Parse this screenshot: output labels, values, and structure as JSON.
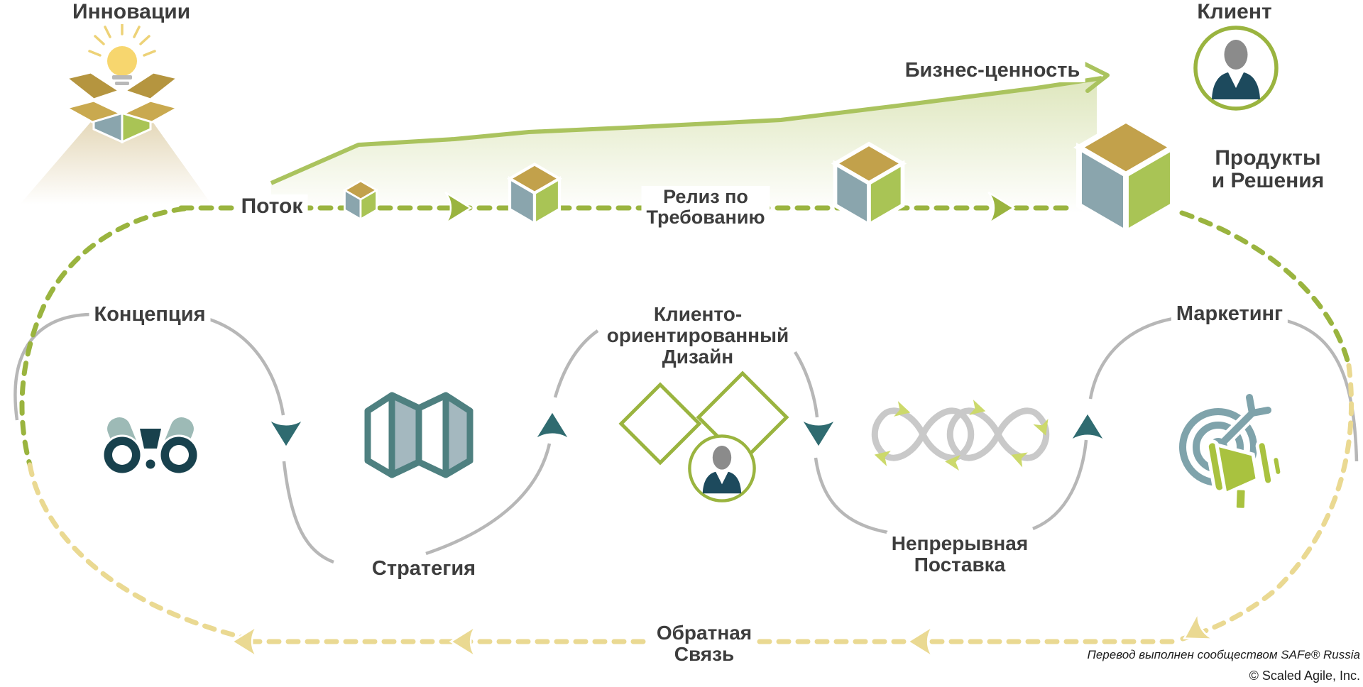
{
  "labels": {
    "innovations": "Инновации",
    "client": "Клиент",
    "business_value": "Бизнес-ценность",
    "flow": "Поток",
    "release_on_demand": {
      "line1": "Релиз по",
      "line2": "Требованию"
    },
    "products_solutions": {
      "line1": "Продукты",
      "line2": "и Решения"
    },
    "concept": "Концепция",
    "strategy": "Стратегия",
    "customer_centric_design": {
      "line1": "Клиенто-",
      "line2": "ориентированный",
      "line3": "Дизайн"
    },
    "continuous_delivery": {
      "line1": "Непрерывная",
      "line2": "Поставка"
    },
    "marketing": "Маркетинг",
    "feedback": {
      "line1": "Обратная",
      "line2": "Связь"
    }
  },
  "footer": {
    "translation": "Перевод выполнен сообществом SAFe® Russia",
    "copyright": "© Scaled Agile, Inc."
  },
  "icons": {
    "innovation": "open-box-with-lightbulb",
    "client": "person-in-circle",
    "concept": "binoculars",
    "strategy": "folded-map",
    "design": "double-diamond-with-person",
    "delivery": "woven-continuous-loop",
    "marketing": "target-with-dart-and-megaphone",
    "package": "isometric-cube"
  },
  "colors": {
    "text": "#3d3d3d",
    "olive": "#9ab43f",
    "olive_light": "#aac35e",
    "pale_yellow": "#ead992",
    "teal": "#2f6b70",
    "teal_map": "#4e8080",
    "dark_navy": "#1d4a5d",
    "gray_arc": "#b7b7b7",
    "gray_loop": "#c9c9c9",
    "arrow_lime": "#ccd96b",
    "cube_top": "#c2a14b",
    "cube_left": "#8aa5ad",
    "cube_right": "#a9c455",
    "bulb": "#f7d66e",
    "flap": "#c9a94f",
    "flap_dark": "#b5953f",
    "target": "#7fa3ab",
    "megaphone": "#a9c23f",
    "head_gray": "#8b8b8b",
    "tube": "#9dbab6",
    "ring_dark": "#18414d",
    "map_panel": "#a4b8bf",
    "value_fill": "#b0c460",
    "beam": "#c8ae6e"
  }
}
